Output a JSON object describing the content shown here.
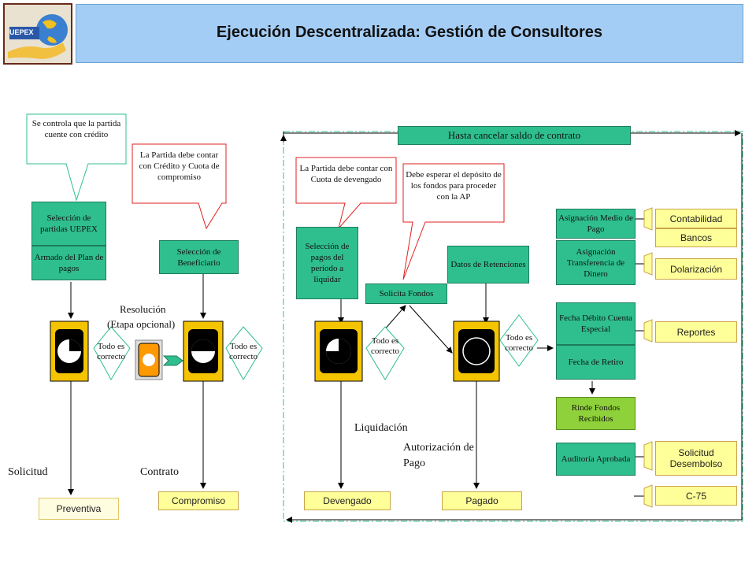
{
  "header": {
    "title": "Ejecución Descentralizada: Gestión de Consultores",
    "logo_text": "UEPEX"
  },
  "callouts": {
    "c1": "Se controla que la partida cuente con crédito",
    "c2": "La Partida debe contar con Crédito y Cuota de compromiso",
    "c3": "La Partida debe contar con Cuota de devengado",
    "c4": "Debe esperar el depósito de los fondos para proceder con la AP"
  },
  "steps": {
    "seleccion_partidas": "Selección de partidas UEPEX",
    "armado_plan": "Armado del Plan de pagos",
    "seleccion_beneficiario": "Selección de Beneficiario",
    "seleccion_pagos": "Selección de pagos del período a liquidar",
    "solicita_fondos": "Solicita Fondos",
    "datos_retenciones": "Datos de Retenciones",
    "asignacion_medio": "Asignación Medio de Pago",
    "asignacion_transferencia": "Asignación Transferencia de Dinero",
    "fecha_debito": "Fecha Débito Cuenta Especial",
    "fecha_retiro": "Fecha de Retiro",
    "rinde_fondos": "Rinde Fondos Recibidos",
    "auditoria": "Auditoría Aprobada"
  },
  "banner": "Hasta cancelar saldo de contrato",
  "checks": {
    "t1": "Todo es correcto",
    "t2": "Todo es correcto",
    "t3": "Todo es correcto",
    "t4": "Todo es correcto"
  },
  "labels": {
    "resolucion": "Resolución",
    "etapa": "(Etapa opcional)",
    "solicitud": "Solicitud",
    "contrato": "Contrato",
    "liquidacion": "Liquidación",
    "autorizacion": "Autorización de Pago"
  },
  "stages": {
    "preventiva": "Preventiva",
    "compromiso": "Compromiso",
    "devengado": "Devengado",
    "pagado": "Pagado"
  },
  "outputs": {
    "contabilidad": "Contabilidad",
    "bancos": "Bancos",
    "dolarizacion": "Dolarización",
    "reportes": "Reportes",
    "solicitud_desembolso": "Solicitud Desembolso",
    "c75": "C-75"
  }
}
